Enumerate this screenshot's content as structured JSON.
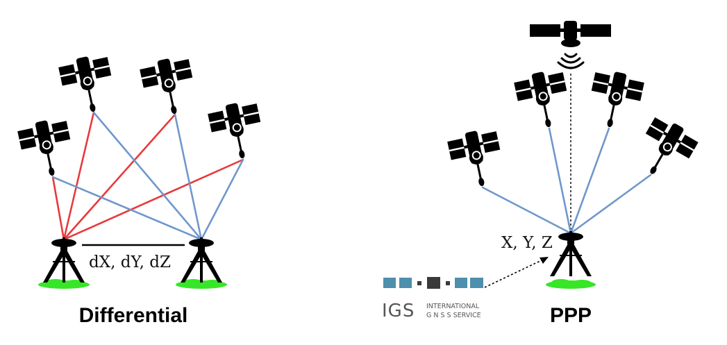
{
  "diagram": {
    "left_panel": {
      "title": "Differential",
      "baseline_label": "dX, dY, dZ",
      "satellite_count": 4,
      "receiver_count": 2
    },
    "right_panel": {
      "title": "PPP",
      "position_label": "X, Y, Z",
      "satellite_count": 5,
      "receiver_count": 1
    },
    "igs_logo": {
      "acronym": "IGS",
      "line1": "INTERNATIONAL",
      "line2": "G N S S  SERVICE"
    },
    "colors": {
      "red_link": "#e8393b",
      "blue_link": "#6f97cc",
      "ground": "#37e627",
      "igs_blue": "#4d8fad",
      "igs_dark": "#3a3a3a"
    }
  }
}
